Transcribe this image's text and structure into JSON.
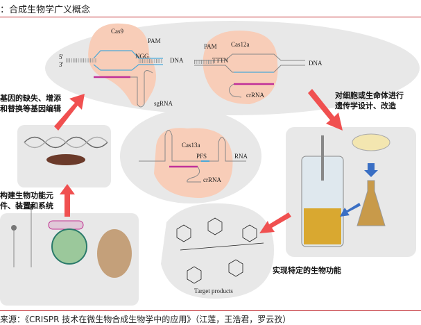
{
  "header": {
    "title": "：合成生物学广义概念"
  },
  "captions": {
    "gene_editing": [
      "基因的缺失、增添",
      "和替换等基因编辑"
    ],
    "construct": [
      "构建生物功能元",
      "件、装置和系统"
    ],
    "design": [
      "对细胞或生命体进行",
      "遗传学设计、改造"
    ],
    "function": "实现特定的生物功能"
  },
  "crispr": {
    "cas9": {
      "name": "Cas9",
      "pam": "PAM",
      "ngg": "NGG",
      "dna": "DNA",
      "guide": "sgRNA",
      "five": "5′",
      "three": "3′"
    },
    "cas12a": {
      "name": "Cas12a",
      "pam": "PAM",
      "tttn": "TTTN",
      "dna": "DNA",
      "guide": "crRNA"
    },
    "cas13a": {
      "name": "Cas13a",
      "pfs": "PFS",
      "rna": "RNA",
      "guide": "crRNA"
    }
  },
  "products": {
    "label": "Target products"
  },
  "footer": {
    "source": "来源：《CRISPR 技术在微生物合成生物学中的应用》（江莲，王浩君，罗云孜）"
  },
  "colors": {
    "accent_red": "#f05050",
    "rule": "#c0282d",
    "blob": "#f8cdb8",
    "panel": "#e6e6e6",
    "blue_arrow": "#3a6fc4",
    "magenta": "#c0309a",
    "cyan": "#4aa8d8"
  }
}
